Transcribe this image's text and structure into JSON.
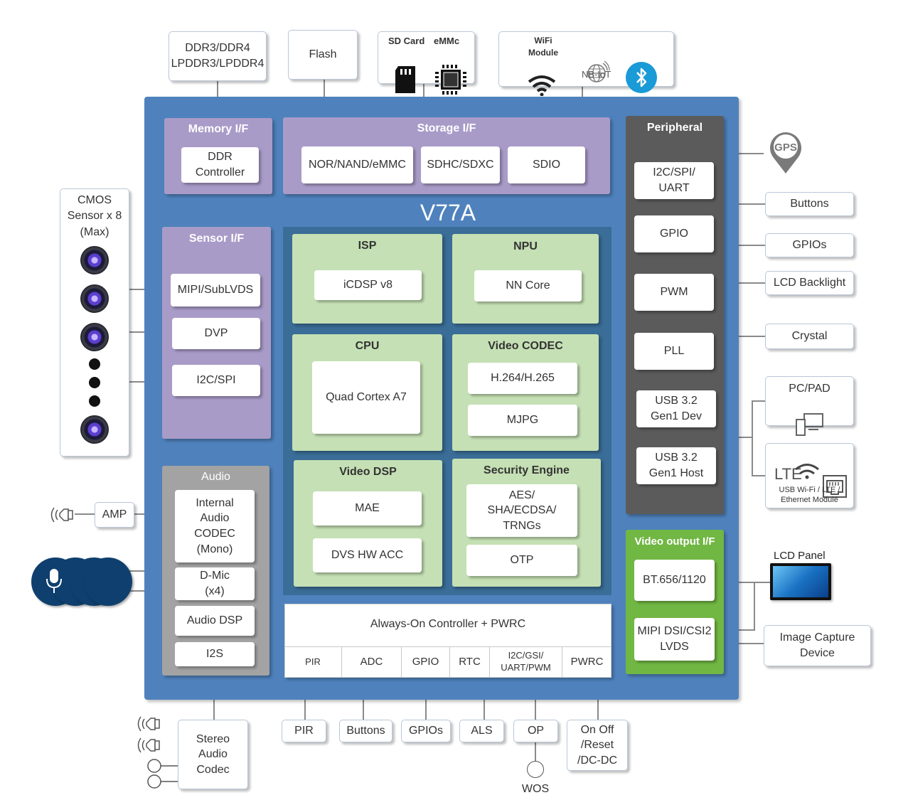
{
  "chip": {
    "name": "V77A",
    "colors": {
      "chip": "#4f82bd",
      "purple": "#a99bc8",
      "green": "#c5e0b4",
      "grey": "#a3a3a3",
      "dark": "#5b5b5b",
      "lime": "#71b743"
    }
  },
  "top": {
    "ddr": "DDR3/DDR4\nLPDDR3/LPDDR4",
    "flash": "Flash",
    "sd_card": "SD Card",
    "emmc": "eMMc",
    "wifi_module": "WiFi\nModule",
    "nbiot": "NB-IoT"
  },
  "memory_if": {
    "title": "Memory I/F",
    "ddr_controller": "DDR\nController"
  },
  "storage_if": {
    "title": "Storage I/F",
    "items": [
      "NOR/NAND/eMMC",
      "SDHC/SDXC",
      "SDIO"
    ]
  },
  "sensor_if": {
    "title": "Sensor I/F",
    "items": [
      "MIPI/SubLVDS",
      "DVP",
      "I2C/SPI"
    ]
  },
  "cmos": {
    "label": "CMOS\nSensor x 8\n(Max)"
  },
  "isp": {
    "title": "ISP",
    "item": "iCDSP v8"
  },
  "npu": {
    "title": "NPU",
    "item": "NN Core"
  },
  "cpu": {
    "title": "CPU",
    "item": "Quad Cortex A7"
  },
  "video_codec": {
    "title": "Video CODEC",
    "items": [
      "H.264/H.265",
      "MJPG"
    ]
  },
  "video_dsp": {
    "title": "Video DSP",
    "items": [
      "MAE",
      "DVS HW ACC"
    ]
  },
  "security": {
    "title": "Security  Engine",
    "items": [
      "AES/\nSHA/ECDSA/\nTRNGs",
      "OTP"
    ]
  },
  "audio": {
    "title": "Audio",
    "items": [
      "Internal\nAudio\nCODEC\n(Mono)",
      "D-Mic\n(x4)",
      "Audio DSP",
      "I2S"
    ]
  },
  "amp": "AMP",
  "peripheral": {
    "title": "Peripheral",
    "items": [
      "I2C/SPI/\nUART",
      "GPIO",
      "PWM",
      "PLL",
      "USB 3.2\nGen1 Dev",
      "USB 3.2\nGen1 Host"
    ]
  },
  "right_ext": {
    "gps": "GPS",
    "buttons": "Buttons",
    "gpios": "GPIOs",
    "lcd_backlight": "LCD Backlight",
    "crystal": "Crystal",
    "pc_pad": "PC/PAD",
    "lte": "LTE",
    "usb_module": "USB Wi-Fi / LTE /\nEthernet Module",
    "lcd_panel": "LCD Panel",
    "image_capture": "Image Capture\nDevice"
  },
  "video_out": {
    "title": "Video output I/F",
    "items": [
      "BT.656/1120",
      "MIPI DSI/CSI2\nLVDS"
    ]
  },
  "always_on": {
    "title": "Always-On Controller + PWRC",
    "cells": [
      "PIR",
      "ADC",
      "GPIO",
      "RTC",
      "I2C/GSI/\nUART/PWM",
      "PWRC"
    ]
  },
  "bottom_ext": {
    "stereo": "Stereo\nAudio\nCodec",
    "pir": "PIR",
    "buttons": "Buttons",
    "gpios": "GPIOs",
    "als": "ALS",
    "op": "OP",
    "onoff": "On Off\n/Reset\n/DC-DC",
    "wos": "WOS"
  }
}
